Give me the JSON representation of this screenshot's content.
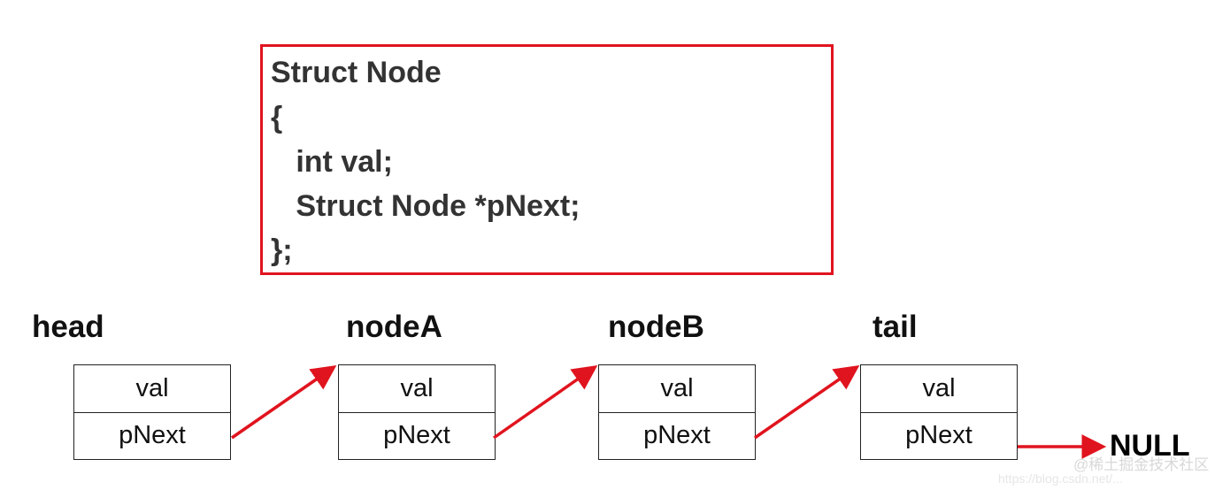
{
  "code": {
    "lines": [
      "Struct Node",
      "{",
      "   int val;",
      "   Struct Node *pNext;",
      "};"
    ]
  },
  "nodes": [
    {
      "label": "head",
      "val_field": "val",
      "next_field": "pNext"
    },
    {
      "label": "nodeA",
      "val_field": "val",
      "next_field": "pNext"
    },
    {
      "label": "nodeB",
      "val_field": "val",
      "next_field": "pNext"
    },
    {
      "label": "tail",
      "val_field": "val",
      "next_field": "pNext"
    }
  ],
  "terminal": "NULL",
  "watermark": {
    "site": "@稀土掘金技术社区",
    "url": "https://blog.csdn.net/..."
  },
  "colors": {
    "accent": "#e0141e",
    "text": "#111111"
  }
}
